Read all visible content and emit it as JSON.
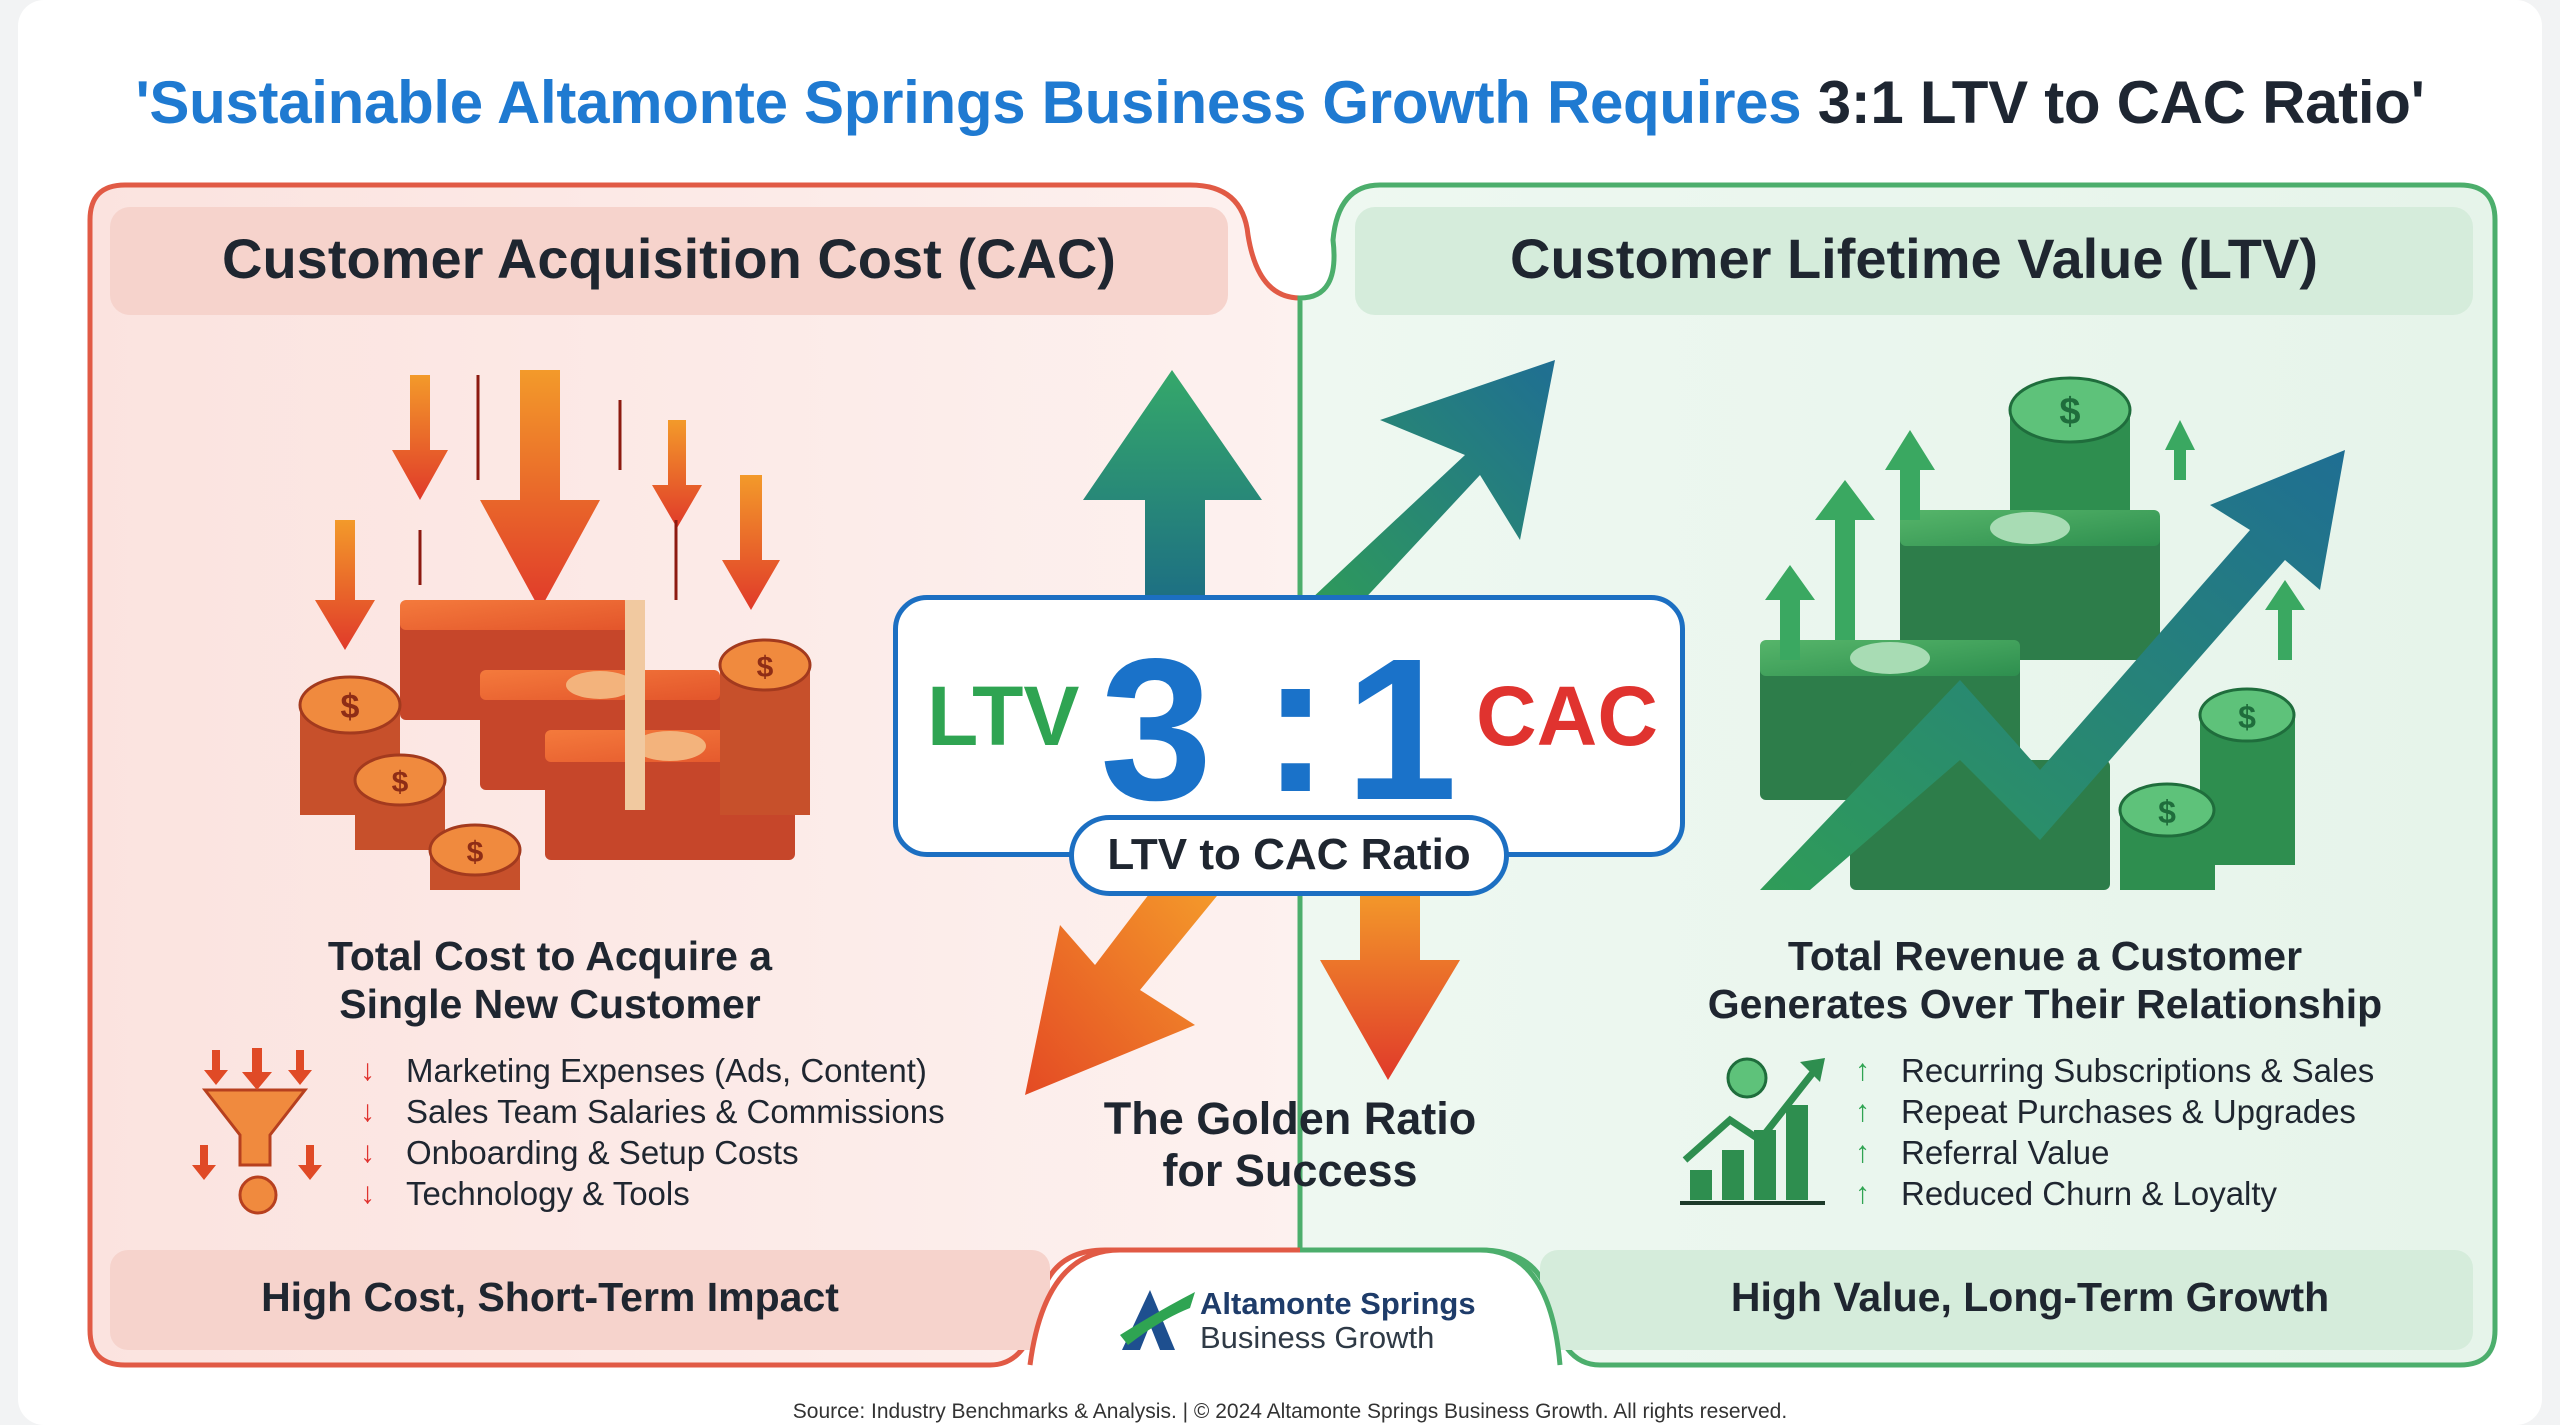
{
  "title": {
    "part_blue": "'Sustainable Altamonte Springs Business Growth Requires ",
    "part_dark": "3:1 LTV to CAC Ratio'"
  },
  "left_panel": {
    "heading": "Customer Acquisition Cost (CAC)",
    "subtitle_line1": "Total Cost to Acquire a",
    "subtitle_line2": "Single New Customer",
    "items": [
      "Marketing Expenses (Ads, Content)",
      "Sales Team Salaries & Commissions",
      "Onboarding & Setup Costs",
      "Technology & Tools"
    ],
    "footer": "High Cost, Short-Term Impact",
    "coin_symbol": "$"
  },
  "right_panel": {
    "heading": "Customer Lifetime Value (LTV)",
    "subtitle_line1": "Total Revenue a Customer",
    "subtitle_line2": "Generates Over Their Relationship",
    "items": [
      "Recurring Subscriptions & Sales",
      "Repeat Purchases & Upgrades",
      "Referral Value",
      "Reduced Churn & Loyalty"
    ],
    "footer": "High Value, Long-Term Growth",
    "coin_symbol": "$"
  },
  "center": {
    "ltv_label": "LTV",
    "ratio_left": "3",
    "ratio_sep": ":",
    "ratio_right": "1",
    "cac_label": "CAC",
    "ratio_caption": "LTV to CAC Ratio",
    "tagline_line1": "The Golden Ratio",
    "tagline_line2": "for Success"
  },
  "brand": {
    "line1": "Altamonte Springs",
    "line2": "Business Growth"
  },
  "source": "Source: Industry Benchmarks & Analysis. | © 2024 Altamonte Springs Business Growth. All rights reserved.",
  "colors": {
    "title_blue": "#1f7ad1",
    "cac_red": "#e0332f",
    "ltv_green": "#2fa452",
    "ratio_blue": "#1a72c9",
    "left_border": "#e15a45",
    "right_border": "#4cae6c"
  },
  "icons": {
    "down_arrow": "↓",
    "up_arrow": "↑"
  }
}
